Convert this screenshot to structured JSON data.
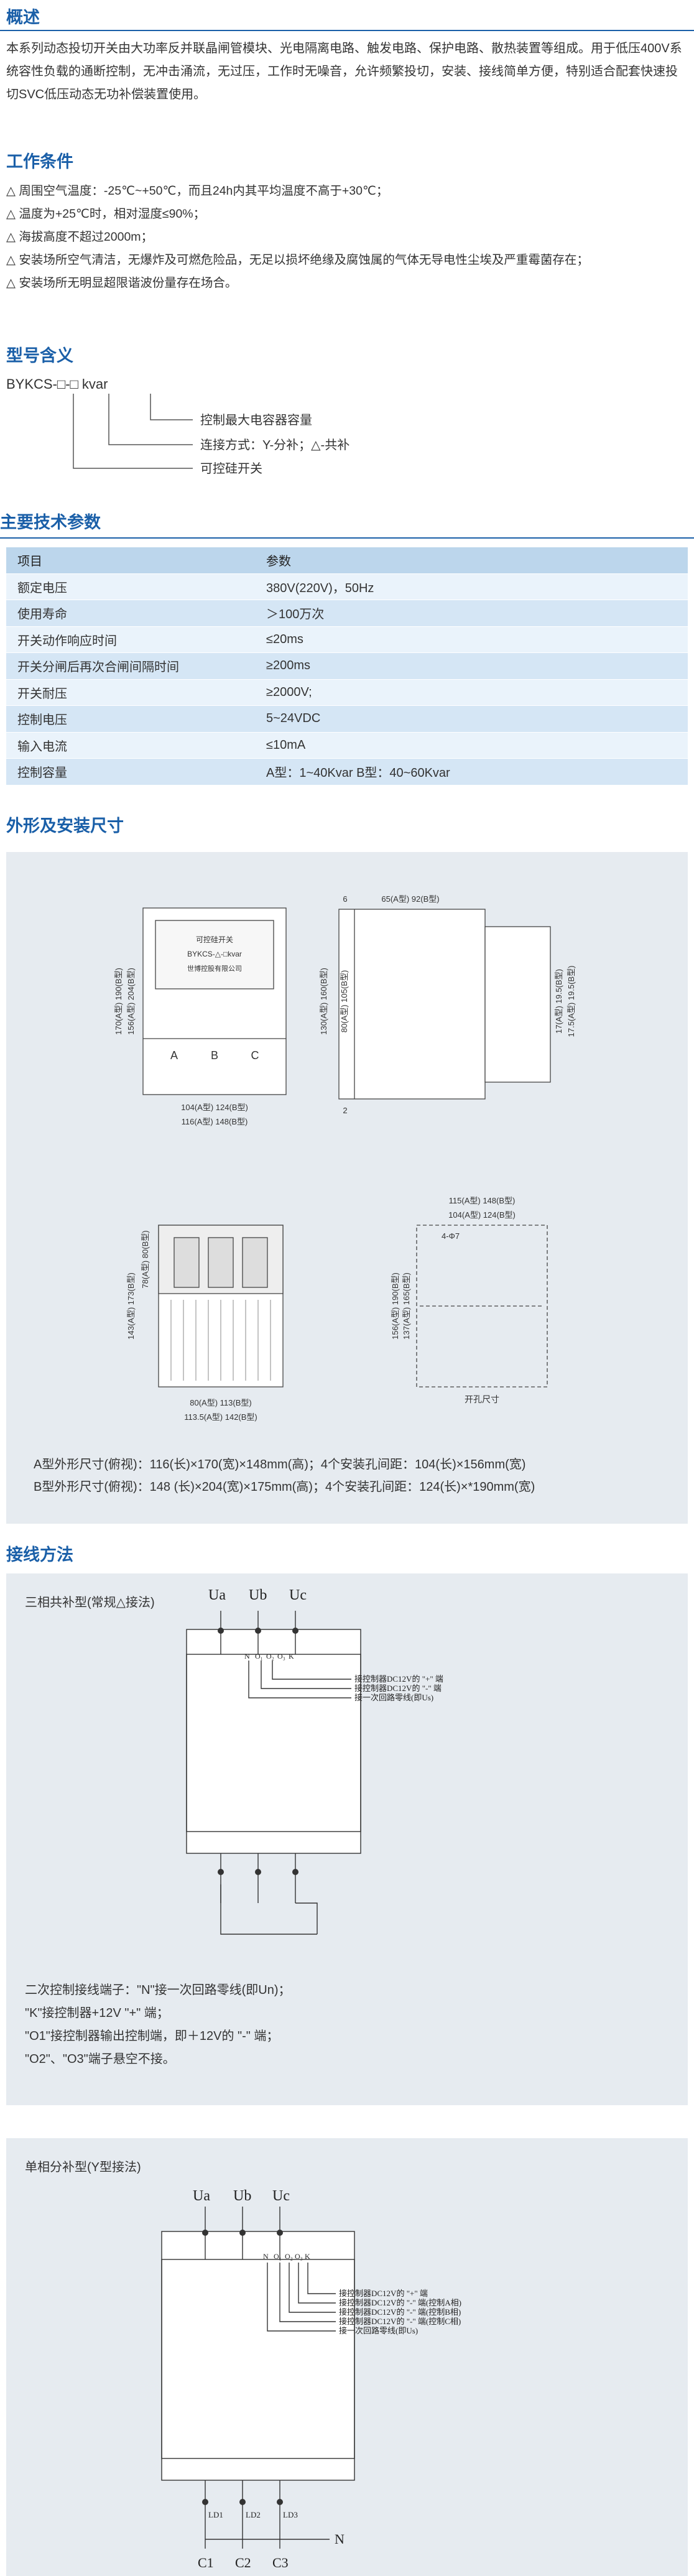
{
  "overview": {
    "title": "概述",
    "text": "本系列动态投切开关由大功率反并联晶闸管模块、光电隔离电路、触发电路、保护电路、散热装置等组成。用于低压400V系统容性负载的通断控制，无冲击涌流，无过压，工作时无噪音，允许频繁投切，安装、接线简单方便，特别适合配套快速投切SVC低压动态无功补偿装置使用。"
  },
  "conditions": {
    "title": "工作条件",
    "items": [
      "△ 周围空气温度：-25℃~+50℃，而且24h内其平均温度不高于+30℃；",
      "△ 温度为+25℃时，相对湿度≤90%；",
      "△ 海拔高度不超过2000m；",
      "△ 安装场所空气清洁，无爆炸及可燃危险品，无足以损坏绝缘及腐蚀属的气体无导电性尘埃及严重霉菌存在；",
      "△ 安装场所无明显超限谐波份量存在场合。"
    ]
  },
  "model": {
    "title": "型号含义",
    "code": "BYKCS-□-□ kvar",
    "labels": [
      "控制最大电容器容量",
      "连接方式：Y-分补；△-共补",
      "可控硅开关"
    ]
  },
  "specs": {
    "title": "主要技术参数",
    "header": [
      "项目",
      "参数"
    ],
    "rows": [
      [
        "额定电压",
        "380V(220V)，50Hz"
      ],
      [
        "使用寿命",
        "＞100万次"
      ],
      [
        "开关动作响应时间",
        "≤20ms"
      ],
      [
        "开关分闸后再次合闸间隔时间",
        "≥200ms"
      ],
      [
        "开关耐压",
        "≥2000V;"
      ],
      [
        "控制电压",
        "5~24VDC"
      ],
      [
        "输入电流",
        "≤10mA"
      ],
      [
        "控制容量",
        "A型：1~40Kvar      B型：40~60Kvar"
      ]
    ]
  },
  "dimensions": {
    "title": "外形及安装尺寸",
    "front": {
      "top": [
        "可控硅开关",
        "BYKCS-△-□kvar",
        "世博控股有限公司"
      ],
      "terminals": [
        "A",
        "B",
        "C"
      ],
      "w1": "104(A型) 124(B型)",
      "w2": "116(A型) 148(B型)",
      "h1": "170(A型) 190(B型)",
      "h2": "156(A型) 204(B型)"
    },
    "side": {
      "top6": "6",
      "w": "65(A型) 92(B型)",
      "h1": "130(A型) 160(B型)",
      "h2": "80(A型) 105(B型)",
      "r1": "17(A型)  19.5(B型)",
      "r2": "17.5(A型)  19.5(B型)",
      "b2": "2"
    },
    "view3": {
      "h1": "143(A型) 173(B型)",
      "h2": "78(A型) 80(B型)",
      "w1": "80(A型) 113(B型)",
      "w2": "113.5(A型) 142(B型)"
    },
    "hole": {
      "w1": "115(A型) 148(B型)",
      "w2": "104(A型) 124(B型)",
      "hole": "4-Φ7",
      "h1": "156(A型) 190(B型)",
      "h2": "137(A型) 165(B型)",
      "caption": "开孔尺寸"
    },
    "note1": "A型外形尺寸(俯视)：116(长)×170(宽)×148mm(高)；4个安装孔间距：104(长)×156mm(宽)",
    "note2": "B型外形尺寸(俯视)：148 (长)×204(宽)×175mm(高)；4个安装孔间距：124(长)×*190mm(宽)"
  },
  "wiring": {
    "title": "接线方法",
    "delta": {
      "title": "三相共补型(常规△接法)",
      "phases": [
        "Ua",
        "Ub",
        "Uc"
      ],
      "terms": [
        "N",
        "O₁",
        "O₂",
        "O₃",
        "K"
      ],
      "labels": [
        "接控制器DC12V的 \"+\" 端",
        "接控制器DC12V的 \"-\" 端",
        "接一次回路零线(即Us)"
      ],
      "notes": [
        "二次控制接线端子：\"N\"接一次回路零线(即Un)；",
        "\"K\"接控制器+12V \"+\" 端；",
        "\"O1\"接控制器输出控制端，即＋12V的 \"-\" 端；",
        "\"O2\"、\"O3\"端子悬空不接。"
      ]
    },
    "star": {
      "title": "单相分补型(Y型接法)",
      "phases": [
        "Ua",
        "Ub",
        "Uc"
      ],
      "terms": [
        "N",
        "O₁",
        "O₂",
        "O₃",
        "K"
      ],
      "labels": [
        "接控制器DC12V的 \"+\" 端",
        "接控制器DC12V的 \"-\" 端(控制A相)",
        "接控制器DC12V的 \"-\" 端(控制B相)",
        "接控制器DC12V的 \"-\" 端(控制C相)",
        "接一次回路零线(即Us)"
      ],
      "leds": [
        "LD1",
        "LD2",
        "LD3"
      ],
      "caps": [
        "C1",
        "C2",
        "C3"
      ],
      "neutral": "N"
    }
  }
}
